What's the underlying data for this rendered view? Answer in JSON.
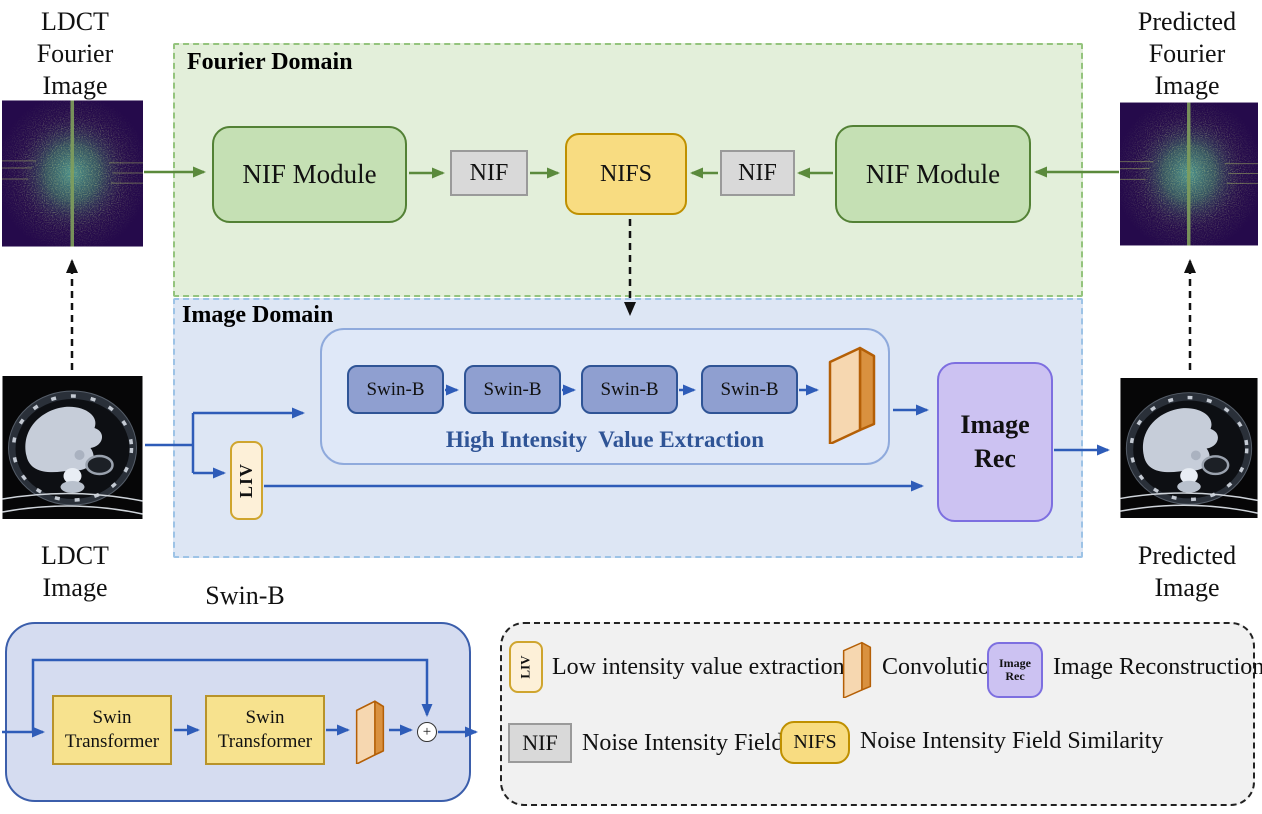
{
  "colors": {
    "fourier_domain_bg": "#e3efda",
    "fourier_domain_border": "#94c47d",
    "nif_module_bg": "#c5e0b4",
    "nif_module_border": "#538135",
    "nif_bg": "#d9d9d9",
    "nif_border": "#9a9a9a",
    "nifs_bg": "#f8dc81",
    "nifs_border": "#bf9000",
    "image_domain_bg": "#dde6f4",
    "image_domain_border": "#9dc3e6",
    "hive_bg": "#dfe8f8",
    "hive_border": "#8faadc",
    "swin_block_bg": "#8f9fd0",
    "swin_block_border": "#2f5496",
    "hive_text": "#2f5496",
    "liv_bg": "#fdf0d8",
    "liv_border": "#cfa52e",
    "image_rec_bg": "#ccc2f2",
    "image_rec_border": "#7d6fe0",
    "swin_detail_bg": "#d5dcf0",
    "swin_detail_border": "#3b5eab",
    "swin_transformer_bg": "#f7e28e",
    "swin_transformer_border": "#b8932a",
    "legend_bg": "#f1f1f1",
    "arrow_blue": "#2e5cb8",
    "arrow_green": "#5b8a3c",
    "arrow_black": "#111111",
    "conv_face": "#f6d7b0",
    "conv_side": "#d9913f",
    "conv_border": "#b45f06"
  },
  "labels": {
    "ldct_fourier": [
      "LDCT",
      "Fourier",
      "Image"
    ],
    "predicted_fourier": [
      "Predicted",
      "Fourier",
      "Image"
    ],
    "ldct_image": [
      "LDCT",
      "Image"
    ],
    "predicted_image": [
      "Predicted",
      "Image"
    ]
  },
  "fourier_domain": {
    "title": "Fourier Domain",
    "nif_module_left": "NIF Module",
    "nif_left": "NIF",
    "nifs": "NIFS",
    "nif_right": "NIF",
    "nif_module_right": "NIF Module"
  },
  "image_domain": {
    "title": "Image Domain",
    "swin_blocks": [
      "Swin-B",
      "Swin-B",
      "Swin-B",
      "Swin-B"
    ],
    "hive_label": "High Intensity  Value Extraction",
    "liv": "LIV",
    "image_rec": [
      "Image",
      "Rec"
    ]
  },
  "swin_detail": {
    "title": "Swin-B",
    "transformer1": [
      "Swin",
      "Transformer"
    ],
    "transformer2": [
      "Swin",
      "Transformer"
    ],
    "plus": "+"
  },
  "legend": {
    "liv_icon_label": "LIV",
    "liv_text": "Low intensity value extraction",
    "conv_text": "Convolution",
    "image_rec_icon_label": [
      "Image",
      "Rec"
    ],
    "image_rec_text": "Image Reconstruction",
    "nif_icon_label": "NIF",
    "nif_text": "Noise Intensity Field",
    "nifs_icon_label": "NIFS",
    "nifs_text": "Noise Intensity Field Similarity"
  }
}
